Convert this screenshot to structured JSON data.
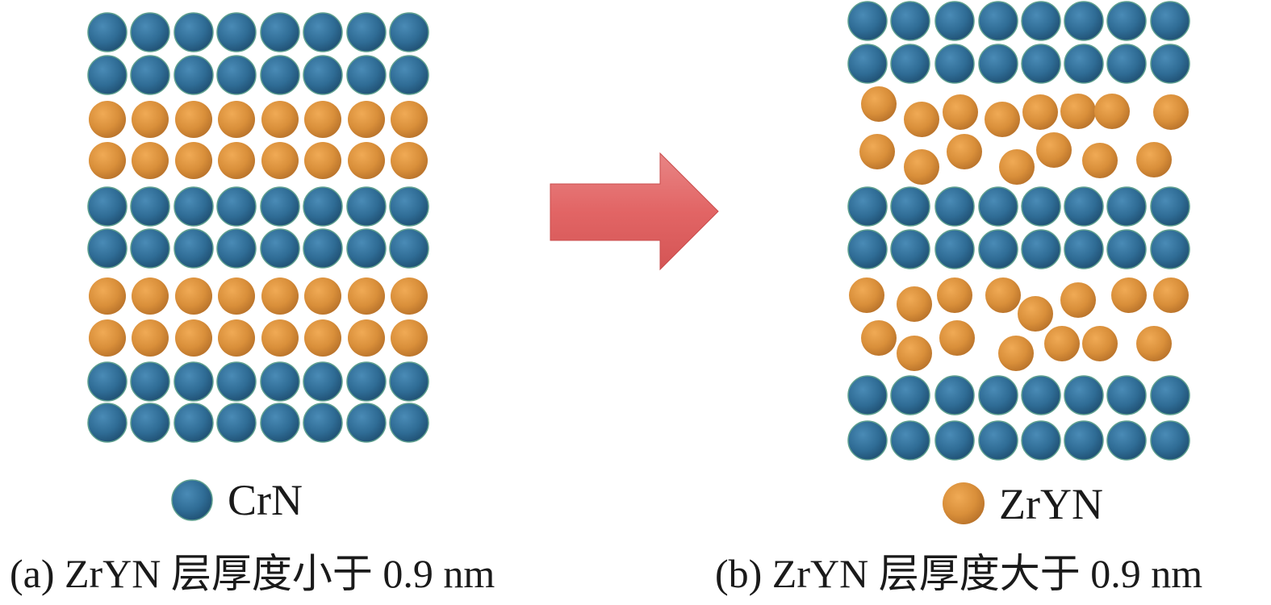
{
  "colors": {
    "crn": "#2f6c95",
    "zryn": "#d98f3a",
    "arrow": "#e26565"
  },
  "materials": {
    "crn": "CrN",
    "zryn": "ZrYN"
  },
  "panels": {
    "a": {
      "caption": "(a) ZrYN 层厚度小于 0.9 nm",
      "rows": [
        "crn",
        "crn",
        "zryn",
        "zryn",
        "crn",
        "crn",
        "zryn",
        "zryn",
        "crn",
        "crn"
      ]
    },
    "b": {
      "caption": "(b) ZrYN 层厚度大于 0.9 nm",
      "rows": [
        "crn",
        "crn",
        "zryn",
        "zryn",
        "crn",
        "crn",
        "zryn",
        "zryn",
        "crn",
        "crn"
      ]
    }
  }
}
